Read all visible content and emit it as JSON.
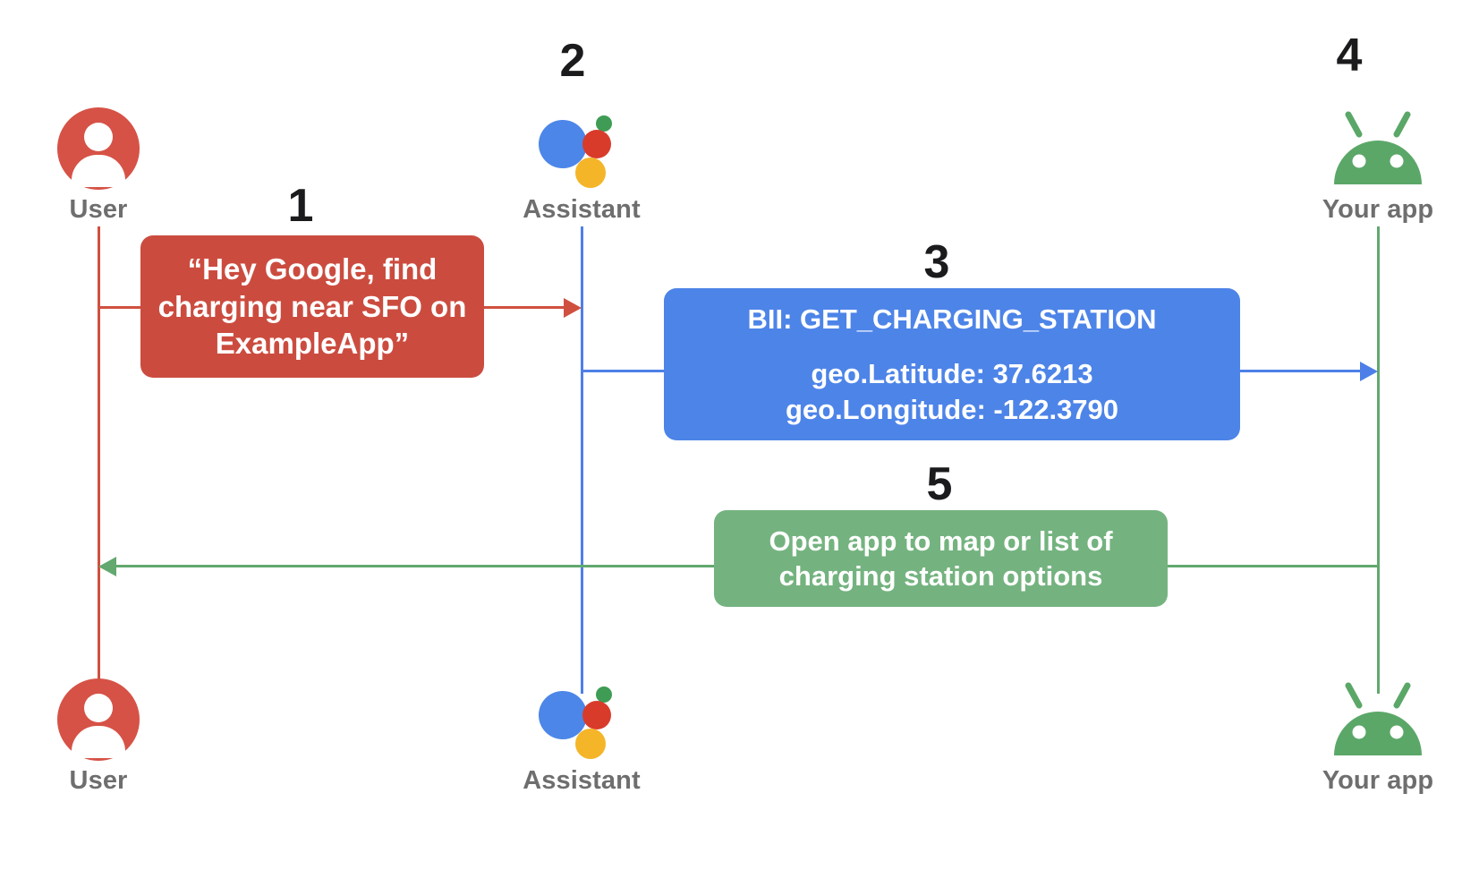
{
  "diagram": {
    "title": "Assistant App Actions sequence diagram",
    "background": "#ffffff",
    "colors": {
      "user_red": "#d0503f",
      "box_red": "#cb4c3f",
      "assistant_blue": "#4e7fe8",
      "box_blue": "#4d84e8",
      "app_green": "#62a86f",
      "box_green": "#74b37f",
      "label_gray": "#6e6e6e",
      "number_black": "#1b1b1d"
    }
  },
  "actors": {
    "top": [
      {
        "id": "user",
        "label": "User",
        "icon": "user-avatar-icon"
      },
      {
        "id": "assistant",
        "label": "Assistant",
        "icon": "google-assistant-icon"
      },
      {
        "id": "app",
        "label": "Your app",
        "icon": "android-robot-icon"
      }
    ],
    "bottom": [
      {
        "id": "user",
        "label": "User",
        "icon": "user-avatar-icon"
      },
      {
        "id": "assistant",
        "label": "Assistant",
        "icon": "google-assistant-icon"
      },
      {
        "id": "app",
        "label": "Your app",
        "icon": "android-robot-icon"
      }
    ]
  },
  "steps": [
    {
      "number": "1",
      "kind": "message",
      "from": "user",
      "to": "assistant"
    },
    {
      "number": "2",
      "kind": "marker",
      "at": "assistant"
    },
    {
      "number": "3",
      "kind": "message",
      "from": "assistant",
      "to": "app"
    },
    {
      "number": "4",
      "kind": "marker",
      "at": "app"
    },
    {
      "number": "5",
      "kind": "message",
      "from": "app",
      "to": "user"
    }
  ],
  "messages": {
    "user_utterance": {
      "step": "1",
      "color": "#cb4c3f",
      "lines": [
        "“Hey Google, find",
        "charging near SFO on",
        "ExampleApp”"
      ]
    },
    "bii_request": {
      "step": "3",
      "color": "#4d84e8",
      "title": "BII: GET_CHARGING_STATION",
      "params": [
        "geo.Latitude: 37.6213",
        "geo.Longitude:  -122.3790"
      ]
    },
    "app_response": {
      "step": "5",
      "color": "#74b37f",
      "lines": [
        "Open app to map or list of",
        "charging station options"
      ]
    }
  }
}
